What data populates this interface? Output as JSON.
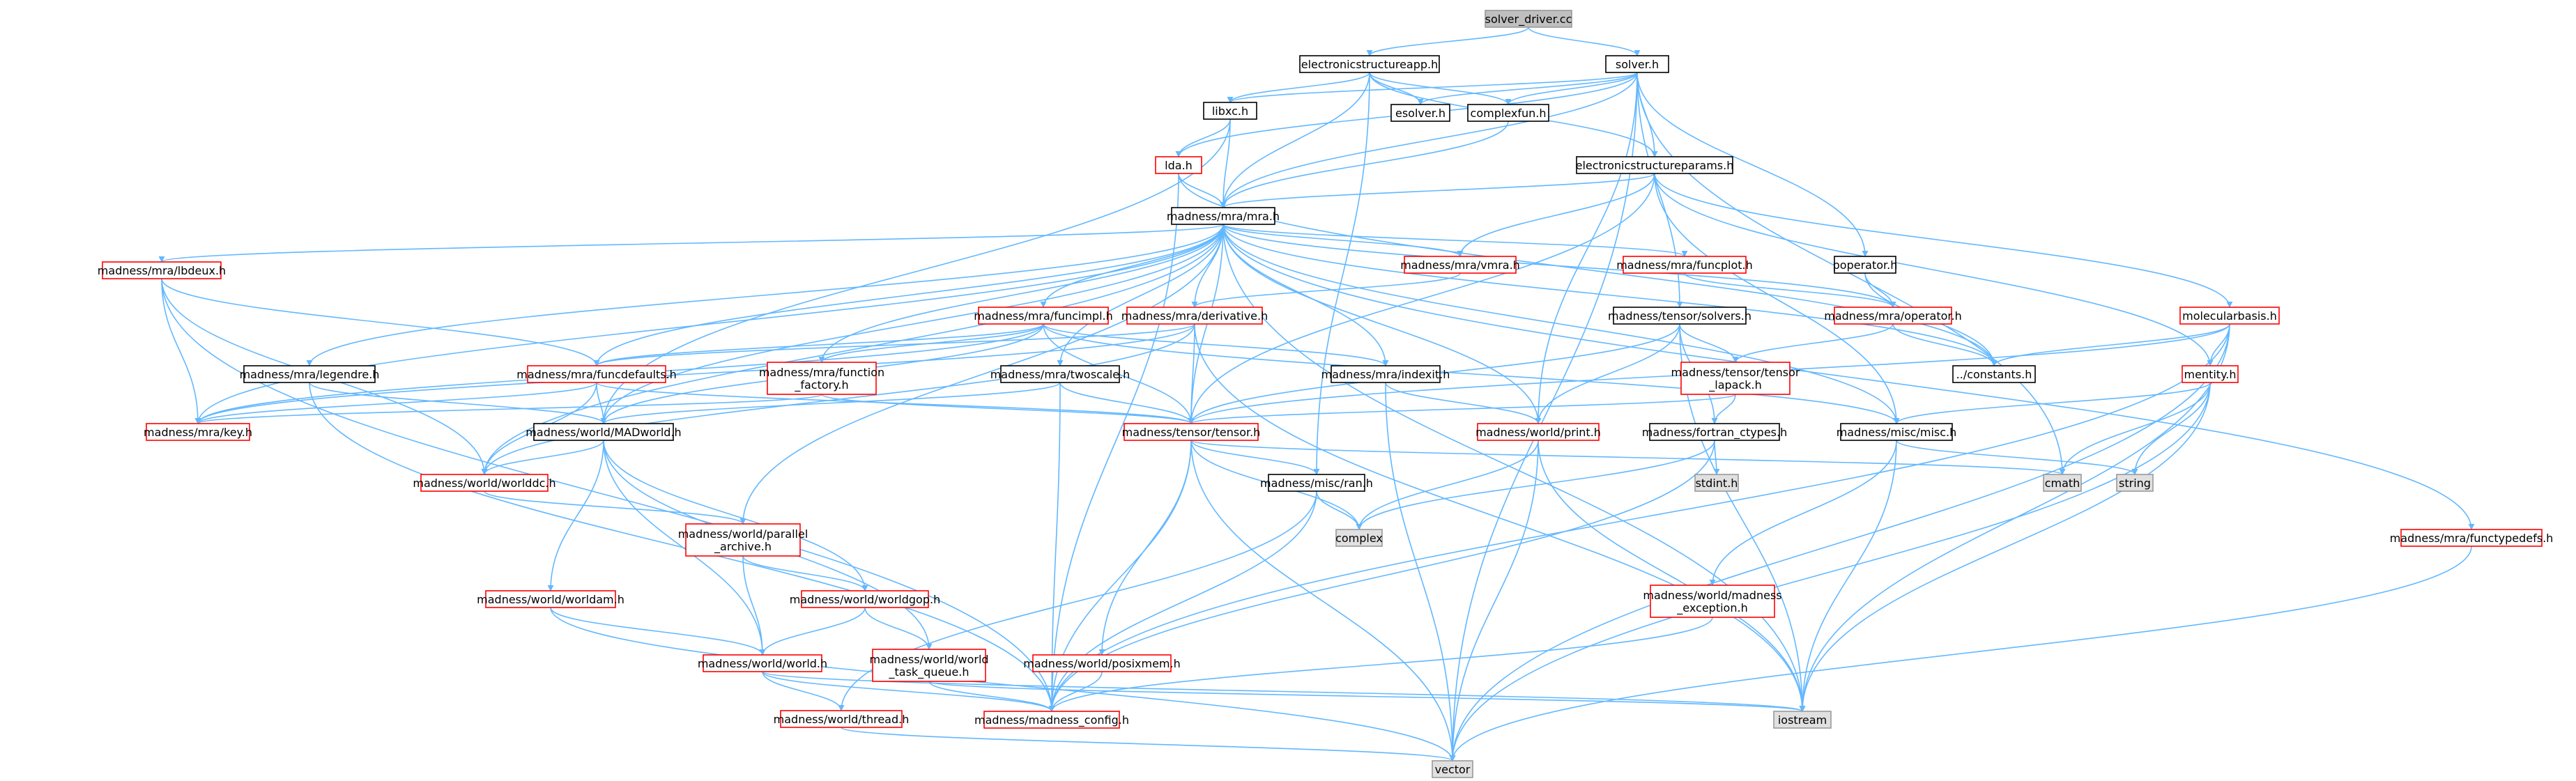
{
  "graph": {
    "title": "solver_driver.cc",
    "colors": {
      "edge": "#63b8ff",
      "node_border_default": "#000000",
      "node_border_truncated": "#ff0000",
      "node_fill_default": "#ffffff",
      "node_fill_root": "#bfbfbf",
      "node_fill_system": "#e0e0e0",
      "node_border_system": "#999999"
    },
    "nodes": [
      {
        "id": "root",
        "label": "solver_driver.cc",
        "kind": "root"
      },
      {
        "id": "esapp",
        "label": "electronicstructureapp.h",
        "kind": "normal"
      },
      {
        "id": "solver",
        "label": "solver.h",
        "kind": "normal"
      },
      {
        "id": "libxc",
        "label": "libxc.h",
        "kind": "normal"
      },
      {
        "id": "esolver",
        "label": "esolver.h",
        "kind": "normal"
      },
      {
        "id": "complexfun",
        "label": "complexfun.h",
        "kind": "normal"
      },
      {
        "id": "lda",
        "label": "lda.h",
        "kind": "truncated"
      },
      {
        "id": "esparams",
        "label": "electronicstructureparams.h",
        "kind": "normal"
      },
      {
        "id": "mra",
        "label": "madness/mra/mra.h",
        "kind": "normal"
      },
      {
        "id": "vmra",
        "label": "madness/mra/vmra.h",
        "kind": "truncated"
      },
      {
        "id": "funcplot",
        "label": "madness/mra/funcplot.h",
        "kind": "truncated"
      },
      {
        "id": "poperator",
        "label": "poperator.h",
        "kind": "normal"
      },
      {
        "id": "lbdeux",
        "label": "madness/mra/lbdeux.h",
        "kind": "truncated"
      },
      {
        "id": "funcimpl",
        "label": "madness/mra/funcimpl.h",
        "kind": "truncated"
      },
      {
        "id": "derivative",
        "label": "madness/mra/derivative.h",
        "kind": "truncated"
      },
      {
        "id": "solvers",
        "label": "madness/tensor/solvers.h",
        "kind": "normal"
      },
      {
        "id": "operator",
        "label": "madness/mra/operator.h",
        "kind": "truncated"
      },
      {
        "id": "molbasis",
        "label": "molecularbasis.h",
        "kind": "truncated"
      },
      {
        "id": "legendre",
        "label": "madness/mra/legendre.h",
        "kind": "normal"
      },
      {
        "id": "funcdefaults",
        "label": "madness/mra/funcdefaults.h",
        "kind": "truncated"
      },
      {
        "id": "funcfactory",
        "label": [
          "madness/mra/function",
          "_factory.h"
        ],
        "kind": "truncated"
      },
      {
        "id": "twoscale",
        "label": "madness/mra/twoscale.h",
        "kind": "normal"
      },
      {
        "id": "indexit",
        "label": "madness/mra/indexit.h",
        "kind": "normal"
      },
      {
        "id": "tlapack",
        "label": [
          "madness/tensor/tensor",
          "_lapack.h"
        ],
        "kind": "truncated"
      },
      {
        "id": "constants",
        "label": "../constants.h",
        "kind": "normal"
      },
      {
        "id": "mentity",
        "label": "mentity.h",
        "kind": "truncated"
      },
      {
        "id": "key",
        "label": "madness/mra/key.h",
        "kind": "truncated"
      },
      {
        "id": "madworld",
        "label": "madness/world/MADworld.h",
        "kind": "normal"
      },
      {
        "id": "tensor",
        "label": "madness/tensor/tensor.h",
        "kind": "truncated"
      },
      {
        "id": "print",
        "label": "madness/world/print.h",
        "kind": "truncated"
      },
      {
        "id": "fctypes",
        "label": "madness/fortran_ctypes.h",
        "kind": "normal"
      },
      {
        "id": "misc",
        "label": "madness/misc/misc.h",
        "kind": "normal"
      },
      {
        "id": "worlddc",
        "label": "madness/world/worlddc.h",
        "kind": "truncated"
      },
      {
        "id": "ran",
        "label": "madness/misc/ran.h",
        "kind": "normal"
      },
      {
        "id": "stdint",
        "label": "stdint.h",
        "kind": "system"
      },
      {
        "id": "cmath",
        "label": "cmath",
        "kind": "system"
      },
      {
        "id": "string",
        "label": "string",
        "kind": "system"
      },
      {
        "id": "complex",
        "label": "complex",
        "kind": "system"
      },
      {
        "id": "parallel",
        "label": [
          "madness/world/parallel",
          "_archive.h"
        ],
        "kind": "truncated"
      },
      {
        "id": "worlddam",
        "label": "madness/world/worldam.h",
        "kind": "truncated"
      },
      {
        "id": "worldgop",
        "label": "madness/world/worldgop.h",
        "kind": "truncated"
      },
      {
        "id": "madexc",
        "label": [
          "madness/world/madness",
          "_exception.h"
        ],
        "kind": "truncated"
      },
      {
        "id": "functypedefs",
        "label": "madness/mra/functypedefs.h",
        "kind": "truncated"
      },
      {
        "id": "posixmem",
        "label": "madness/world/posixmem.h",
        "kind": "truncated"
      },
      {
        "id": "world",
        "label": "madness/world/world.h",
        "kind": "truncated"
      },
      {
        "id": "wtq",
        "label": [
          "madness/world/world",
          "_task_queue.h"
        ],
        "kind": "truncated"
      },
      {
        "id": "iostream",
        "label": "iostream",
        "kind": "system"
      },
      {
        "id": "thread",
        "label": "madness/world/thread.h",
        "kind": "truncated"
      },
      {
        "id": "config",
        "label": "madness/madness_config.h",
        "kind": "truncated"
      },
      {
        "id": "vector",
        "label": "vector",
        "kind": "system"
      }
    ],
    "edges": [
      [
        "root",
        "esapp"
      ],
      [
        "root",
        "solver"
      ],
      [
        "esapp",
        "libxc"
      ],
      [
        "esapp",
        "esolver"
      ],
      [
        "esapp",
        "complexfun"
      ],
      [
        "esapp",
        "esparams"
      ],
      [
        "esapp",
        "mra"
      ],
      [
        "esapp",
        "ran"
      ],
      [
        "solver",
        "libxc"
      ],
      [
        "solver",
        "esolver"
      ],
      [
        "solver",
        "complexfun"
      ],
      [
        "solver",
        "esparams"
      ],
      [
        "solver",
        "mra"
      ],
      [
        "solver",
        "poperator"
      ],
      [
        "solver",
        "solvers"
      ],
      [
        "solver",
        "vector"
      ],
      [
        "solver",
        "cmath"
      ],
      [
        "solver",
        "print"
      ],
      [
        "solver",
        "lda"
      ],
      [
        "libxc",
        "lda"
      ],
      [
        "libxc",
        "mra"
      ],
      [
        "libxc",
        "madworld"
      ],
      [
        "complexfun",
        "mra"
      ],
      [
        "lda",
        "mra"
      ],
      [
        "lda",
        "config"
      ],
      [
        "lda",
        "constants"
      ],
      [
        "esparams",
        "mra"
      ],
      [
        "esparams",
        "vmra"
      ],
      [
        "esparams",
        "molbasis"
      ],
      [
        "esparams",
        "mentity"
      ],
      [
        "esparams",
        "tensor"
      ],
      [
        "esparams",
        "misc"
      ],
      [
        "mra",
        "vmra"
      ],
      [
        "mra",
        "funcplot"
      ],
      [
        "mra",
        "lbdeux"
      ],
      [
        "mra",
        "funcimpl"
      ],
      [
        "mra",
        "derivative"
      ],
      [
        "mra",
        "legendre"
      ],
      [
        "mra",
        "funcdefaults"
      ],
      [
        "mra",
        "funcfactory"
      ],
      [
        "mra",
        "twoscale"
      ],
      [
        "mra",
        "indexit"
      ],
      [
        "mra",
        "key"
      ],
      [
        "mra",
        "madworld"
      ],
      [
        "mra",
        "tensor"
      ],
      [
        "mra",
        "operator"
      ],
      [
        "mra",
        "functypedefs"
      ],
      [
        "mra",
        "misc"
      ],
      [
        "mra",
        "worlddc"
      ],
      [
        "mra",
        "parallel"
      ],
      [
        "mra",
        "print"
      ],
      [
        "mra",
        "iostream"
      ],
      [
        "mra",
        "constants"
      ],
      [
        "vmra",
        "derivative"
      ],
      [
        "funcplot",
        "operator"
      ],
      [
        "poperator",
        "operator"
      ],
      [
        "poperator",
        "constants"
      ],
      [
        "lbdeux",
        "funcdefaults"
      ],
      [
        "lbdeux",
        "key"
      ],
      [
        "lbdeux",
        "worlddc"
      ],
      [
        "lbdeux",
        "config"
      ],
      [
        "funcimpl",
        "funcdefaults"
      ],
      [
        "funcimpl",
        "funcfactory"
      ],
      [
        "funcimpl",
        "indexit"
      ],
      [
        "funcimpl",
        "key"
      ],
      [
        "funcimpl",
        "tensor"
      ],
      [
        "funcimpl",
        "madworld"
      ],
      [
        "funcimpl",
        "misc"
      ],
      [
        "derivative",
        "funcdefaults"
      ],
      [
        "derivative",
        "key"
      ],
      [
        "derivative",
        "tensor"
      ],
      [
        "derivative",
        "worlddc"
      ],
      [
        "derivative",
        "iostream"
      ],
      [
        "solvers",
        "tensor"
      ],
      [
        "solvers",
        "tlapack"
      ],
      [
        "solvers",
        "print"
      ],
      [
        "solvers",
        "fctypes"
      ],
      [
        "solvers",
        "iostream"
      ],
      [
        "operator",
        "tlapack"
      ],
      [
        "operator",
        "constants"
      ],
      [
        "molbasis",
        "mentity"
      ],
      [
        "molbasis",
        "constants"
      ],
      [
        "molbasis",
        "tensor"
      ],
      [
        "molbasis",
        "iostream"
      ],
      [
        "molbasis",
        "vector"
      ],
      [
        "molbasis",
        "config"
      ],
      [
        "legendre",
        "madworld"
      ],
      [
        "legendre",
        "config"
      ],
      [
        "funcdefaults",
        "madworld"
      ],
      [
        "funcdefaults",
        "tensor"
      ],
      [
        "funcdefaults",
        "key"
      ],
      [
        "funcdefaults",
        "worlddc"
      ],
      [
        "funcfactory",
        "key"
      ],
      [
        "funcfactory",
        "tensor"
      ],
      [
        "twoscale",
        "tensor"
      ],
      [
        "twoscale",
        "madworld"
      ],
      [
        "twoscale",
        "config"
      ],
      [
        "indexit",
        "print"
      ],
      [
        "indexit",
        "vector"
      ],
      [
        "tlapack",
        "tensor"
      ],
      [
        "tlapack",
        "fctypes"
      ],
      [
        "mentity",
        "misc"
      ],
      [
        "mentity",
        "cmath"
      ],
      [
        "mentity",
        "string"
      ],
      [
        "mentity",
        "iostream"
      ],
      [
        "mentity",
        "vector"
      ],
      [
        "madworld",
        "worlddc"
      ],
      [
        "madworld",
        "worlddam"
      ],
      [
        "madworld",
        "worldgop"
      ],
      [
        "madworld",
        "world"
      ],
      [
        "madworld",
        "wtq"
      ],
      [
        "tensor",
        "ran"
      ],
      [
        "tensor",
        "complex"
      ],
      [
        "tensor",
        "posixmem"
      ],
      [
        "tensor",
        "cmath"
      ],
      [
        "tensor",
        "config"
      ],
      [
        "tensor",
        "vector"
      ],
      [
        "print",
        "complex"
      ],
      [
        "print",
        "vector"
      ],
      [
        "print",
        "iostream"
      ],
      [
        "fctypes",
        "stdint"
      ],
      [
        "fctypes",
        "complex"
      ],
      [
        "fctypes",
        "config"
      ],
      [
        "misc",
        "madexc"
      ],
      [
        "misc",
        "string"
      ],
      [
        "misc",
        "iostream"
      ],
      [
        "worlddc",
        "parallel"
      ],
      [
        "ran",
        "complex"
      ],
      [
        "ran",
        "config"
      ],
      [
        "ran",
        "thread"
      ],
      [
        "parallel",
        "worldgop"
      ],
      [
        "parallel",
        "world"
      ],
      [
        "worlddam",
        "world"
      ],
      [
        "worlddam",
        "vector"
      ],
      [
        "worldgop",
        "world"
      ],
      [
        "worldgop",
        "wtq"
      ],
      [
        "madexc",
        "config"
      ],
      [
        "functypedefs",
        "vector"
      ],
      [
        "posixmem",
        "config"
      ],
      [
        "world",
        "thread"
      ],
      [
        "world",
        "config"
      ],
      [
        "world",
        "iostream"
      ],
      [
        "wtq",
        "iostream"
      ],
      [
        "wtq",
        "config"
      ],
      [
        "thread",
        "vector"
      ]
    ]
  }
}
